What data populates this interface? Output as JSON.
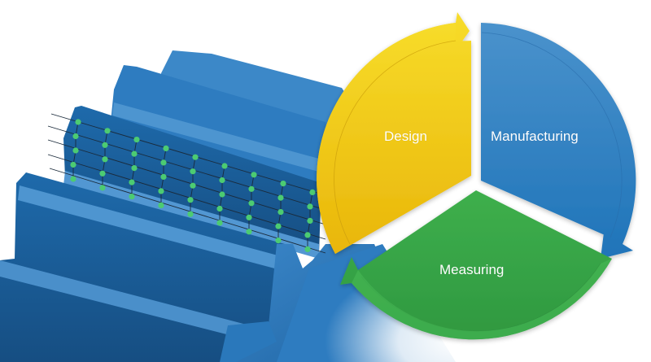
{
  "diagram": {
    "type": "process-cycle",
    "stages": [
      {
        "id": "design",
        "label": "Design",
        "color": "#F2C50F",
        "next": "manufacturing"
      },
      {
        "id": "manufacturing",
        "label": "Manufacturing",
        "color": "#3580C4",
        "next": "measuring"
      },
      {
        "id": "measuring",
        "label": "Measuring",
        "color": "#38A047",
        "next": "design"
      }
    ],
    "illustration": {
      "subject": "gear-teeth-with-measurement-grid",
      "gear_color": "#2A74B6",
      "grid_point_color": "#4CCB72",
      "grid_point_columns": 9,
      "grid_point_rows": 5
    }
  }
}
